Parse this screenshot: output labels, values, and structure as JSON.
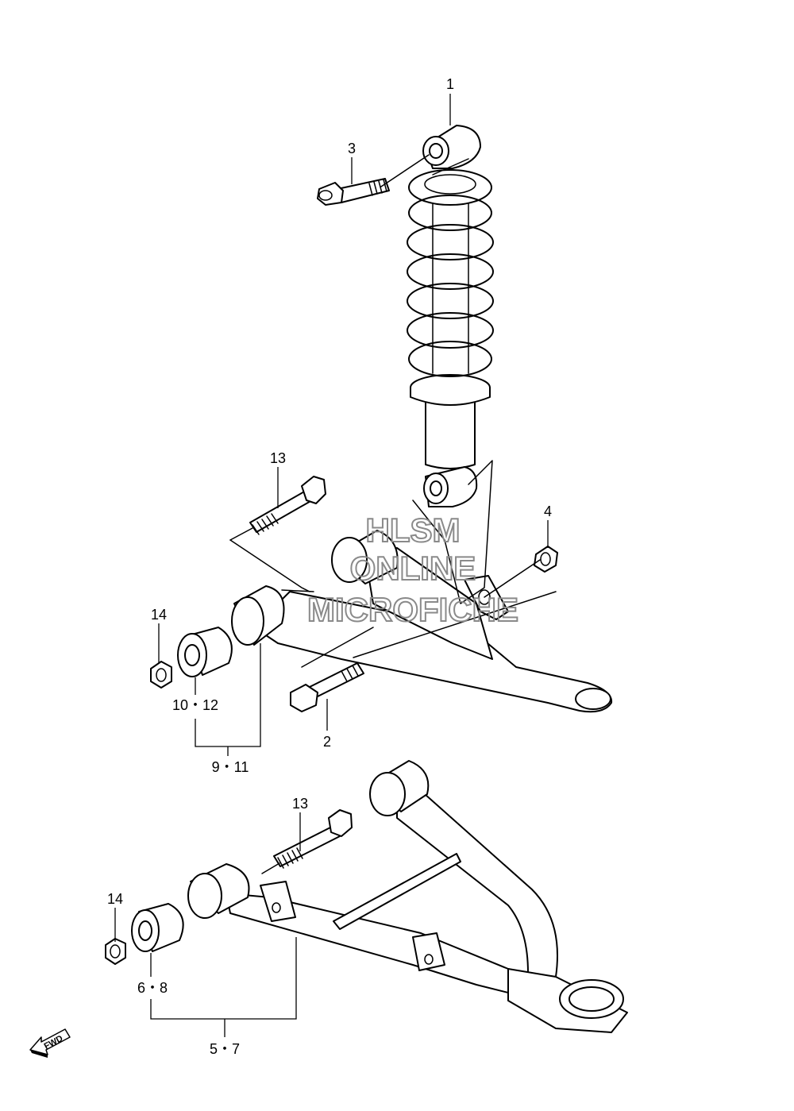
{
  "watermark": {
    "line1": "HLSM",
    "line2": "ONLINE",
    "line3": "MICROFICHE"
  },
  "fwd_label": "FWD",
  "callouts": {
    "c1": "1",
    "c2": "2",
    "c3": "3",
    "c4": "4",
    "c5_7": "5・7",
    "c6_8": "6・8",
    "c9_11": "9・11",
    "c10_12": "10・12",
    "c13_upper": "13",
    "c13_lower": "13",
    "c14_upper": "14",
    "c14_lower": "14"
  }
}
